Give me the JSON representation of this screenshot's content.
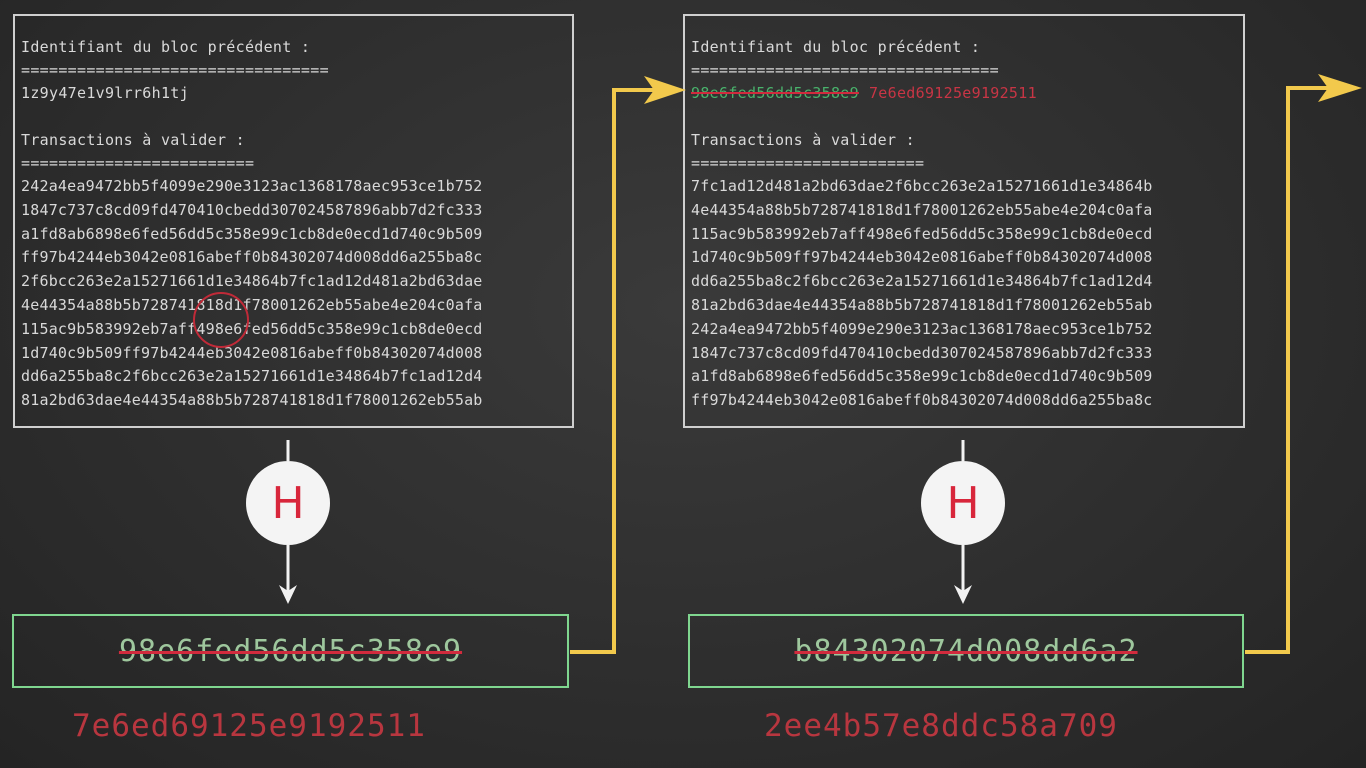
{
  "blocks": [
    {
      "prev_label": "Identifiant du bloc précédent :",
      "prev_rule": "=================================",
      "prev_value": "1z9y47e1v9lrr6h1tj",
      "tx_label": "Transactions à valider :",
      "tx_rule": "=========================",
      "transactions": [
        "242a4ea9472bb5f4099e290e3123ac1368178aec953ce1b752",
        "1847c737c8cd09fd470410cbedd307024587896abb7d2fc333",
        "a1fd8ab6898e6fed56dd5c358e99c1cb8de0ecd1d740c9b509",
        "ff97b4244eb3042e0816abeff0b84302074d008dd6a255ba8c",
        "2f6bcc263e2a15271661d1e34864b7fc1ad12d481a2bd63dae",
        "4e44354a88b5b728741818d1f78001262eb55abe4e204c0afa",
        "115ac9b583992eb7aff498e6fed56dd5c358e99c1cb8de0ecd",
        "1d740c9b509ff97b4244eb3042e0816abeff0b84302074d008",
        "dd6a255ba8c2f6bcc263e2a15271661d1e34864b7fc1ad12d4",
        "81a2bd63dae4e44354a88b5b728741818d1f78001262eb55ab"
      ],
      "hash_old": "98e6fed56dd5c358e9",
      "hash_new": "7e6ed69125e9192511"
    },
    {
      "prev_label": "Identifiant du bloc précédent :",
      "prev_rule": "=================================",
      "prev_value_old": "98e6fed56dd5c358e9",
      "prev_value_new": "7e6ed69125e9192511",
      "tx_label": "Transactions à valider :",
      "tx_rule": "=========================",
      "transactions": [
        "7fc1ad12d481a2bd63dae2f6bcc263e2a15271661d1e34864b",
        "4e44354a88b5b728741818d1f78001262eb55abe4e204c0afa",
        "115ac9b583992eb7aff498e6fed56dd5c358e99c1cb8de0ecd",
        "1d740c9b509ff97b4244eb3042e0816abeff0b84302074d008",
        "dd6a255ba8c2f6bcc263e2a15271661d1e34864b7fc1ad12d4",
        "81a2bd63dae4e44354a88b5b728741818d1f78001262eb55ab",
        "242a4ea9472bb5f4099e290e3123ac1368178aec953ce1b752",
        "1847c737c8cd09fd470410cbedd307024587896abb7d2fc333",
        "a1fd8ab6898e6fed56dd5c358e99c1cb8de0ecd1d740c9b509",
        "ff97b4244eb3042e0816abeff0b84302074d008dd6a255ba8c"
      ],
      "hash_old": "b84302074d008dd6a2",
      "hash_new": "2ee4b57e8ddc58a709"
    }
  ],
  "hash_function_symbol": "H",
  "colors": {
    "background": "#2e2e2e",
    "block_border": "#cfcfcf",
    "hash_border": "#7fd68f",
    "arrow_yellow": "#f2c94c",
    "strike_red": "#d12b3d",
    "new_hash_red": "#b8363f",
    "old_hash_green": "#49b36c"
  }
}
